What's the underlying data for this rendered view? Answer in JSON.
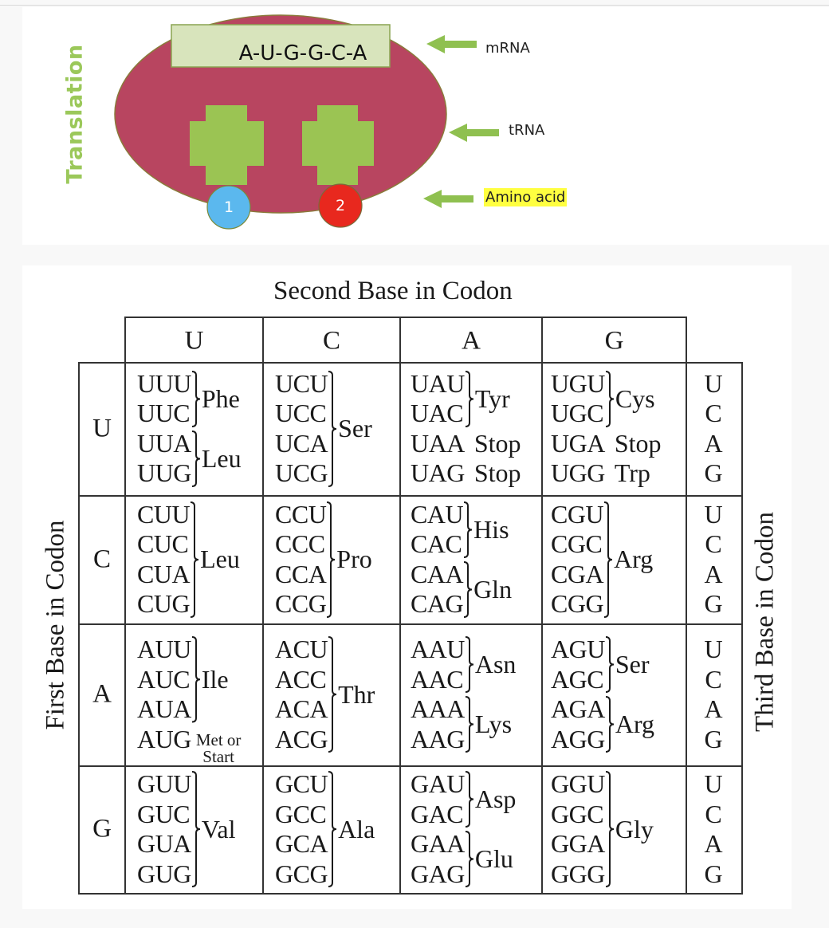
{
  "diagram": {
    "title": "Translation",
    "mrna_sequence": "A-U-G-G-C-A",
    "labels": {
      "mrna": "mRNA",
      "trna": "tRNA",
      "amino_acid": "Amino acid"
    },
    "amino_acids": [
      {
        "number": "1",
        "color": "#5bb8ee"
      },
      {
        "number": "2",
        "color": "#e8281e"
      }
    ],
    "colors": {
      "ribosome": "#b84560",
      "mrna_box": "#d8e4bc",
      "trna": "#9bc453",
      "arrow": "#8fc050",
      "title": "#9bc85a",
      "highlight": "#ffff40"
    }
  },
  "codon_table": {
    "title_top": "Second Base in Codon",
    "title_left": "First Base in Codon",
    "title_right": "Third Base in Codon",
    "second_bases": [
      "U",
      "C",
      "A",
      "G"
    ],
    "first_bases": [
      "U",
      "C",
      "A",
      "G"
    ],
    "third_bases": [
      "U",
      "C",
      "A",
      "G"
    ],
    "rows": [
      {
        "first": "U",
        "cells": [
          [
            {
              "codons": [
                "UUU",
                "UUC"
              ],
              "aa": "Phe"
            },
            {
              "codons": [
                "UUA",
                "UUG"
              ],
              "aa": "Leu"
            }
          ],
          [
            {
              "codons": [
                "UCU",
                "UCC",
                "UCA",
                "UCG"
              ],
              "aa": "Ser"
            }
          ],
          [
            {
              "codons": [
                "UAU",
                "UAC"
              ],
              "aa": "Tyr"
            },
            {
              "codons": [
                "UAA"
              ],
              "aa": "Stop"
            },
            {
              "codons": [
                "UAG"
              ],
              "aa": "Stop"
            }
          ],
          [
            {
              "codons": [
                "UGU",
                "UGC"
              ],
              "aa": "Cys"
            },
            {
              "codons": [
                "UGA"
              ],
              "aa": "Stop"
            },
            {
              "codons": [
                "UGG"
              ],
              "aa": "Trp"
            }
          ]
        ]
      },
      {
        "first": "C",
        "cells": [
          [
            {
              "codons": [
                "CUU",
                "CUC",
                "CUA",
                "CUG"
              ],
              "aa": "Leu"
            }
          ],
          [
            {
              "codons": [
                "CCU",
                "CCC",
                "CCA",
                "CCG"
              ],
              "aa": "Pro"
            }
          ],
          [
            {
              "codons": [
                "CAU",
                "CAC"
              ],
              "aa": "His"
            },
            {
              "codons": [
                "CAA",
                "CAG"
              ],
              "aa": "Gln"
            }
          ],
          [
            {
              "codons": [
                "CGU",
                "CGC",
                "CGA",
                "CGG"
              ],
              "aa": "Arg"
            }
          ]
        ]
      },
      {
        "first": "A",
        "cells": [
          [
            {
              "codons": [
                "AUU",
                "AUC",
                "AUA"
              ],
              "aa": "Ile"
            },
            {
              "codons": [
                "AUG"
              ],
              "aa": "Met or Start",
              "small": true
            }
          ],
          [
            {
              "codons": [
                "ACU",
                "ACC",
                "ACA",
                "ACG"
              ],
              "aa": "Thr"
            }
          ],
          [
            {
              "codons": [
                "AAU",
                "AAC"
              ],
              "aa": "Asn"
            },
            {
              "codons": [
                "AAA",
                "AAG"
              ],
              "aa": "Lys"
            }
          ],
          [
            {
              "codons": [
                "AGU",
                "AGC"
              ],
              "aa": "Ser"
            },
            {
              "codons": [
                "AGA",
                "AGG"
              ],
              "aa": "Arg"
            }
          ]
        ]
      },
      {
        "first": "G",
        "cells": [
          [
            {
              "codons": [
                "GUU",
                "GUC",
                "GUA",
                "GUG"
              ],
              "aa": "Val"
            }
          ],
          [
            {
              "codons": [
                "GCU",
                "GCC",
                "GCA",
                "GCG"
              ],
              "aa": "Ala"
            }
          ],
          [
            {
              "codons": [
                "GAU",
                "GAC"
              ],
              "aa": "Asp"
            },
            {
              "codons": [
                "GAA",
                "GAG"
              ],
              "aa": "Glu"
            }
          ],
          [
            {
              "codons": [
                "GGU",
                "GGC",
                "GGA",
                "GGG"
              ],
              "aa": "Gly"
            }
          ]
        ]
      }
    ]
  }
}
